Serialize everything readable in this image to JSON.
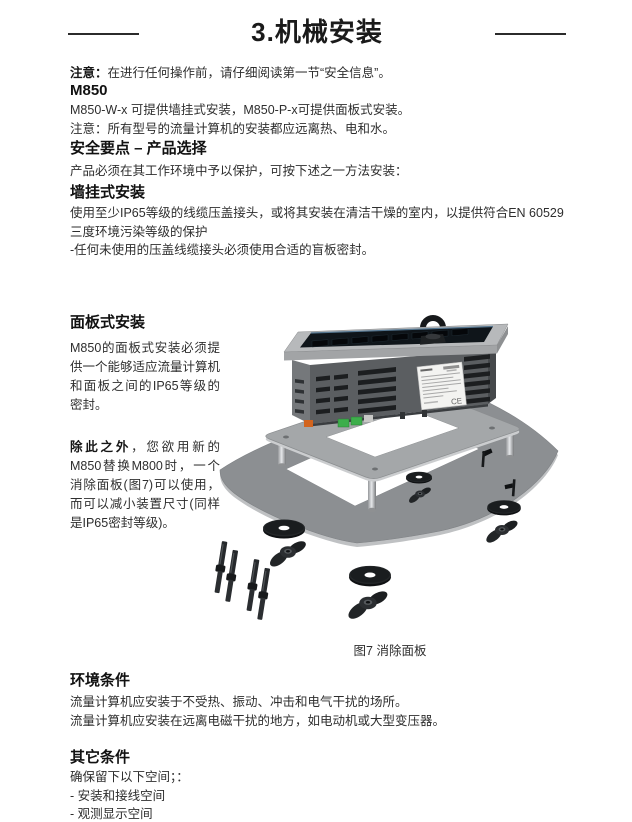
{
  "page_title": "3.机械安装",
  "intro_notice": {
    "label": "注意：",
    "text": "在进行任何操作前，请仔细阅读第一节“安全信息”。"
  },
  "m850": {
    "heading": "M850",
    "line1": "M850-W-x 可提供墙挂式安装，M850-P-x可提供面板式安装。",
    "line2": "注意：所有型号的流量计算机的安装都应远离热、电和水。"
  },
  "safety_points": {
    "heading": "安全要点 – 产品选择",
    "body": "产品必须在其工作环境中予以保护，可按下述之一方法安装："
  },
  "wall_mount": {
    "heading": "墙挂式安装",
    "body": "使用至少IP65等级的线缆压盖接头，或将其安装在清洁干燥的室内，以提供符合EN 60529三度环境污染等级的保护",
    "note": "-任何未使用的压盖线缆接头必须使用合适的盲板密封。"
  },
  "panel_mount": {
    "heading": "面板式安装",
    "para1": "M850的面板式安装必须提供一个能够适应流量计算机和面板之间的IP65等级的密封。",
    "para2_label": "除此之外",
    "para2_text": "，您欲用新的M850替换M800时，一个消除面板(图7)可以使用，而可以减小装置尺寸(同样是IP65密封等级)。"
  },
  "figure7": {
    "caption": "图7 消除面板",
    "nameplate_mark": "CE"
  },
  "environment": {
    "heading": "环境条件",
    "line1": "流量计算机应安装于不受热、振动、冲击和电气干扰的场所。",
    "line2": "流量计算机应安装在远离电磁干扰的地方，如电动机或大型变压器。"
  },
  "other": {
    "heading": "其它条件",
    "line1": "确保留下以下空间；：",
    "line2": "- 安装和接线空间",
    "line3": "- 观测显示空间"
  },
  "colors": {
    "page_bg": "#ffffff",
    "text": "#2e2e2e",
    "heading": "#111111",
    "device_body": "#5b5e61",
    "device_flange": "#b7b9bb",
    "adapter_plate": "#a4a7a9",
    "elimination_panel": "#8c8f92",
    "terminal_green": "#3dae4b",
    "connector_orange": "#d2641e"
  }
}
